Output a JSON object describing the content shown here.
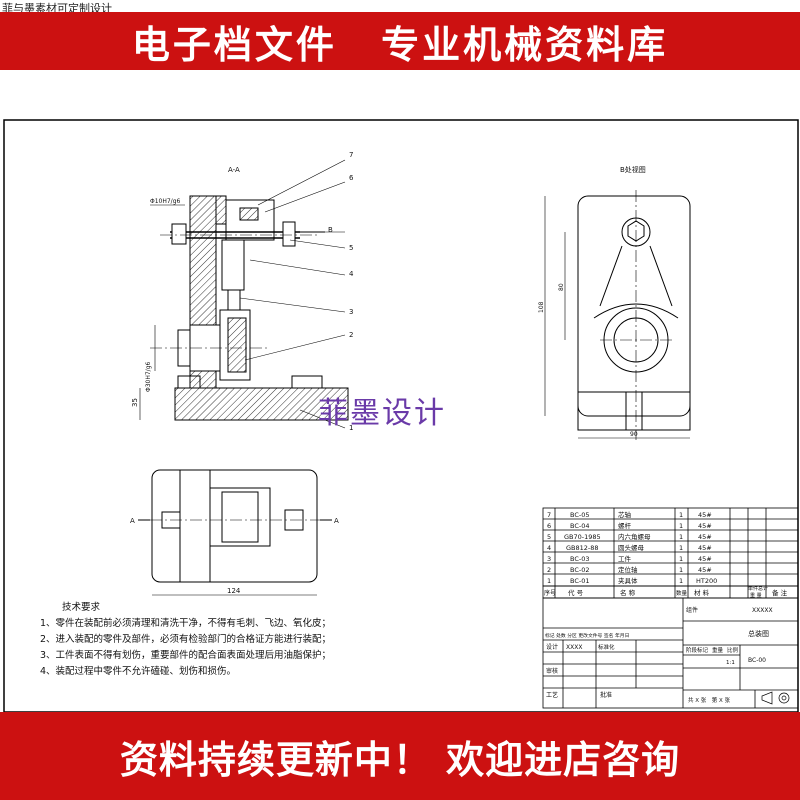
{
  "watermark_top": "菲与墨素材可定制设计",
  "banner_top": "电子档文件 专业机械资料库",
  "banner_bottom": "资料持续更新中！ 欢迎进店咨询",
  "stamp": "菲墨设计",
  "views": {
    "section_label": "A-A",
    "right_view_label": "B处视图",
    "arrow_a": "A",
    "arrow_b": "B"
  },
  "dims": {
    "fit1": "Φ10H7/g6",
    "fit2": "Φ30H7/g6",
    "left_h": "35",
    "bottom_w": "124",
    "right_h": "108",
    "right_h2": "80",
    "right_w": "90"
  },
  "balloons": [
    "7",
    "6",
    "5",
    "4",
    "3",
    "2",
    "1"
  ],
  "tech_requirements": {
    "title": "技术要求",
    "items": [
      "1、零件在装配前必须清理和清洗干净，不得有毛刺、飞边、氧化皮；",
      "2、进入装配的零件及部件，必须有检验部门的合格证方能进行装配；",
      "3、工件表面不得有划伤，重要部件的配合面表面处理后用油脂保护；",
      "4、装配过程中零件不允许磕碰、划伤和损伤。"
    ]
  },
  "bom": {
    "rows": [
      {
        "no": "7",
        "code": "BC-05",
        "name": "芯轴",
        "qty": "1",
        "material": "45#"
      },
      {
        "no": "6",
        "code": "BC-04",
        "name": "螺杆",
        "qty": "1",
        "material": "45#"
      },
      {
        "no": "5",
        "code": "GB70-1985",
        "name": "内六角螺母",
        "qty": "1",
        "material": "45#"
      },
      {
        "no": "4",
        "code": "GB812-88",
        "name": "圆头螺母",
        "qty": "1",
        "material": "45#"
      },
      {
        "no": "3",
        "code": "BC-03",
        "name": "工件",
        "qty": "1",
        "material": "45#"
      },
      {
        "no": "2",
        "code": "BC-02",
        "name": "定位轴",
        "qty": "1",
        "material": "45#"
      },
      {
        "no": "1",
        "code": "BC-01",
        "name": "夹具体",
        "qty": "1",
        "material": "HT200"
      }
    ],
    "header": {
      "no": "序号",
      "code": "代 号",
      "name": "名 称",
      "qty": "数量",
      "material": "材 料",
      "single_total": "单件总计",
      "weight": "重 量",
      "remark": "备 注"
    }
  },
  "title_block": {
    "part_label": "组件",
    "project": "XXXXX",
    "drawing_name": "总装图",
    "drawing_no": "BC-00",
    "stage_mark": "阶段标记",
    "weight": "重量",
    "scale": "比例",
    "scale_value": "1:1",
    "sheet_info": "共 X 张　第 X 张",
    "designer_label": "设计",
    "designer": "XXXX",
    "review_label": "审核",
    "process_label": "工艺",
    "approve_label": "批准",
    "standardize_label": "标准化",
    "mark_labels": "标记 处数 分区 更改文件号 签名 年月日"
  }
}
